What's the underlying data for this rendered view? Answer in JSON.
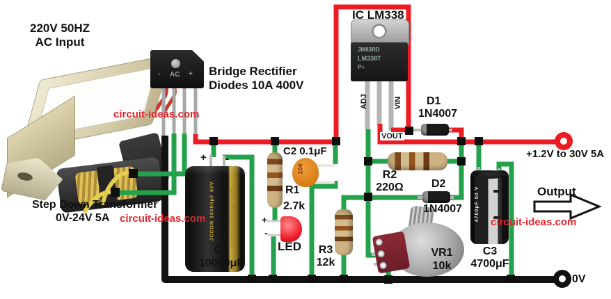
{
  "labels": {
    "ac_line1": "220V 50HZ",
    "ac_line2": "AC Input",
    "bridge_line1": "Bridge Rectifier",
    "bridge_line2": "Diodes 10A 400V",
    "ic_title": "IC LM338",
    "tf_line1": "Step Down Transformer",
    "tf_line2": "0V-24V 5A",
    "out_pos": "+1.2V to 30V 5A",
    "out_gnd": "0V",
    "output": "Output"
  },
  "watermark": {
    "text": "circuit-ideas.com"
  },
  "bridge": {
    "minus": "-",
    "ac": "AC",
    "plus": "+"
  },
  "ic": {
    "marking_line1": "JM83RD",
    "marking_line2": "LM338T",
    "marking_line3": "P+",
    "pin_adj": "ADJ",
    "pin_vout": "VOUT",
    "pin_vin": "VIN"
  },
  "components": {
    "c1": {
      "ref": "C1",
      "value": "10000μF",
      "plus": "+",
      "minus": "-",
      "print": "JCCON 10000μF 50V"
    },
    "c2": {
      "label": "C2 0.1μF",
      "code": "104"
    },
    "c3": {
      "ref": "C3",
      "value": "4700μF",
      "plus": "+",
      "minus": "-",
      "print": "4700μF 50 V"
    },
    "r1": {
      "ref": "R1",
      "value": "2.7k"
    },
    "r2": {
      "ref": "R2",
      "value": "220Ω"
    },
    "r3": {
      "ref": "R3",
      "value": "12k"
    },
    "d1": {
      "ref": "D1",
      "value": "1N4007"
    },
    "d2": {
      "ref": "D2",
      "value": "1N4007"
    },
    "vr1": {
      "ref": "VR1",
      "value": "10k"
    },
    "led": {
      "label": "LED",
      "plus": "+",
      "minus": "-"
    }
  },
  "colors": {
    "wire_red": "#ec1c24",
    "wire_green": "#23a14b",
    "wire_black": "#121212",
    "watermark_red": "#e2262c"
  }
}
